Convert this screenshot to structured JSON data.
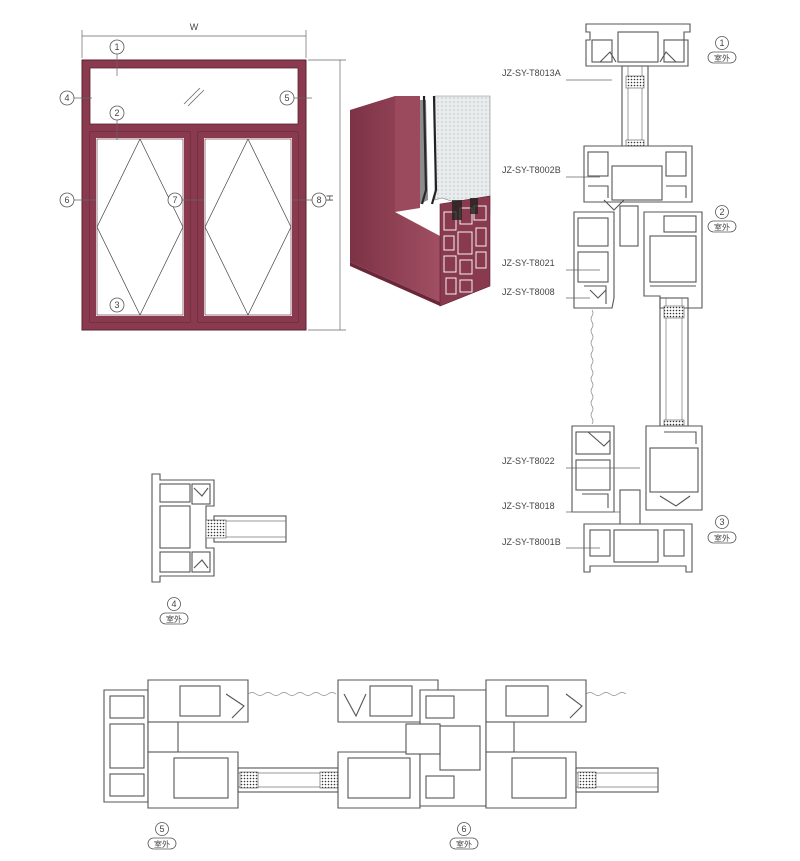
{
  "colors": {
    "frame": "#8a3a4e",
    "frame_light": "#a4566a",
    "frame_dark": "#6b2738",
    "line": "#555555",
    "glass": "#e8ecee"
  },
  "elevation": {
    "width_label": "W",
    "height_label": "H",
    "callouts": [
      "1",
      "2",
      "3",
      "4",
      "5",
      "6",
      "7",
      "8"
    ]
  },
  "section_labels": [
    "JZ-SY-T8013A",
    "JZ-SY-T8002B",
    "JZ-SY-T8021",
    "JZ-SY-T8008",
    "JZ-SY-T8022",
    "JZ-SY-T8018",
    "JZ-SY-T8001B"
  ],
  "tags": [
    {
      "num": "1",
      "text": "室外"
    },
    {
      "num": "2",
      "text": "室外"
    },
    {
      "num": "3",
      "text": "室外"
    },
    {
      "num": "4",
      "text": "室外"
    },
    {
      "num": "5",
      "text": "室外"
    },
    {
      "num": "6",
      "text": "室外"
    }
  ]
}
